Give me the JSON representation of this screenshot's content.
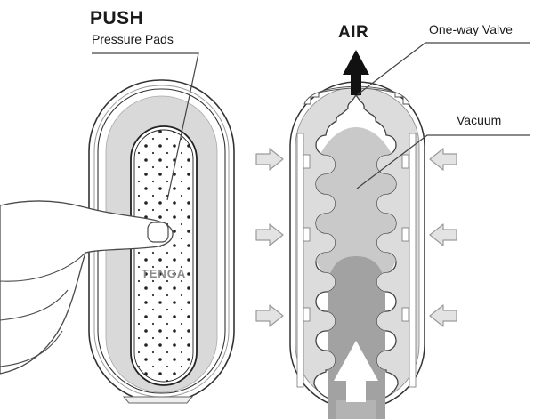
{
  "left_figure": {
    "push_label": "PUSH",
    "pressure_pads_label": "Pressure Pads",
    "logo_text": "TENGA"
  },
  "right_figure": {
    "air_label": "AIR",
    "one_way_valve_label": "One-way Valve",
    "vacuum_label": "Vacuum"
  },
  "icons": {
    "air_flow": "black-up-arrow-icon",
    "insertion_flow": "white-up-arrow-icon",
    "air_inflow_left_side": "gray-right-arrow-icon",
    "air_inflow_right_side": "gray-left-arrow-icon"
  },
  "colors": {
    "outline": "#3a3a3a",
    "shell_gray": "#d9d9d9",
    "interior_gray": "#dcdcdc",
    "vacuum_gray": "#c9c9c9",
    "insert_gray": "#a2a2a2",
    "flow_arrow_fill": "#e3e3e3",
    "air_arrow_black": "#111111"
  }
}
